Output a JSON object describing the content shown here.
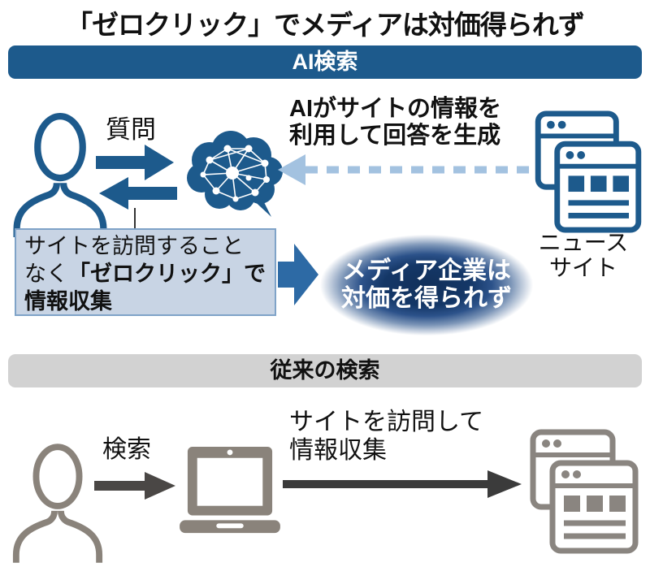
{
  "title": "「ゼロクリック」でメディアは対価得られず",
  "colors": {
    "primary_blue": "#1d5a8c",
    "light_blue_arrow": "#a3c2e0",
    "box_fill": "#c8d4e4",
    "box_border": "#7fa3c8",
    "result_blob_center": "#12305a",
    "header_gray": "#d2d2d2",
    "icon_gray": "#8a837b",
    "dark_arrow": "#3b3b3b"
  },
  "ai_section": {
    "header": "AI検索",
    "question_label": "質問",
    "generate_line1": "AIがサイトの情報を",
    "generate_line2": "利用して回答を生成",
    "news_label_line1": "ニュース",
    "news_label_line2": "サイト",
    "zero_click_box": {
      "line1": "サイトを訪問すること",
      "line2_normal": "なく",
      "line2_bold": "「ゼロクリック」で",
      "line3": "情報収集"
    },
    "result_line1": "メディア企業は",
    "result_line2": "対価を得られず"
  },
  "legacy_section": {
    "header": "従来の検索",
    "search_label": "検索",
    "visit_line1": "サイトを訪問して",
    "visit_line2": "情報収集"
  },
  "icons": {
    "user_blue": "user-icon",
    "ai_brain": "ai-brain-icon",
    "news_windows_blue": "news-site-windows-icon",
    "question_arrows": "question-answer-arrows-icon",
    "dashed_arrow": "dashed-arrow-left-icon",
    "box_to_result_arrow": "right-arrow-icon",
    "user_gray": "user-icon-gray",
    "search_arrow": "search-arrow-icon",
    "laptop": "laptop-icon",
    "visit_arrow": "visit-arrow-icon",
    "site_windows_gray": "site-windows-icon-gray"
  }
}
